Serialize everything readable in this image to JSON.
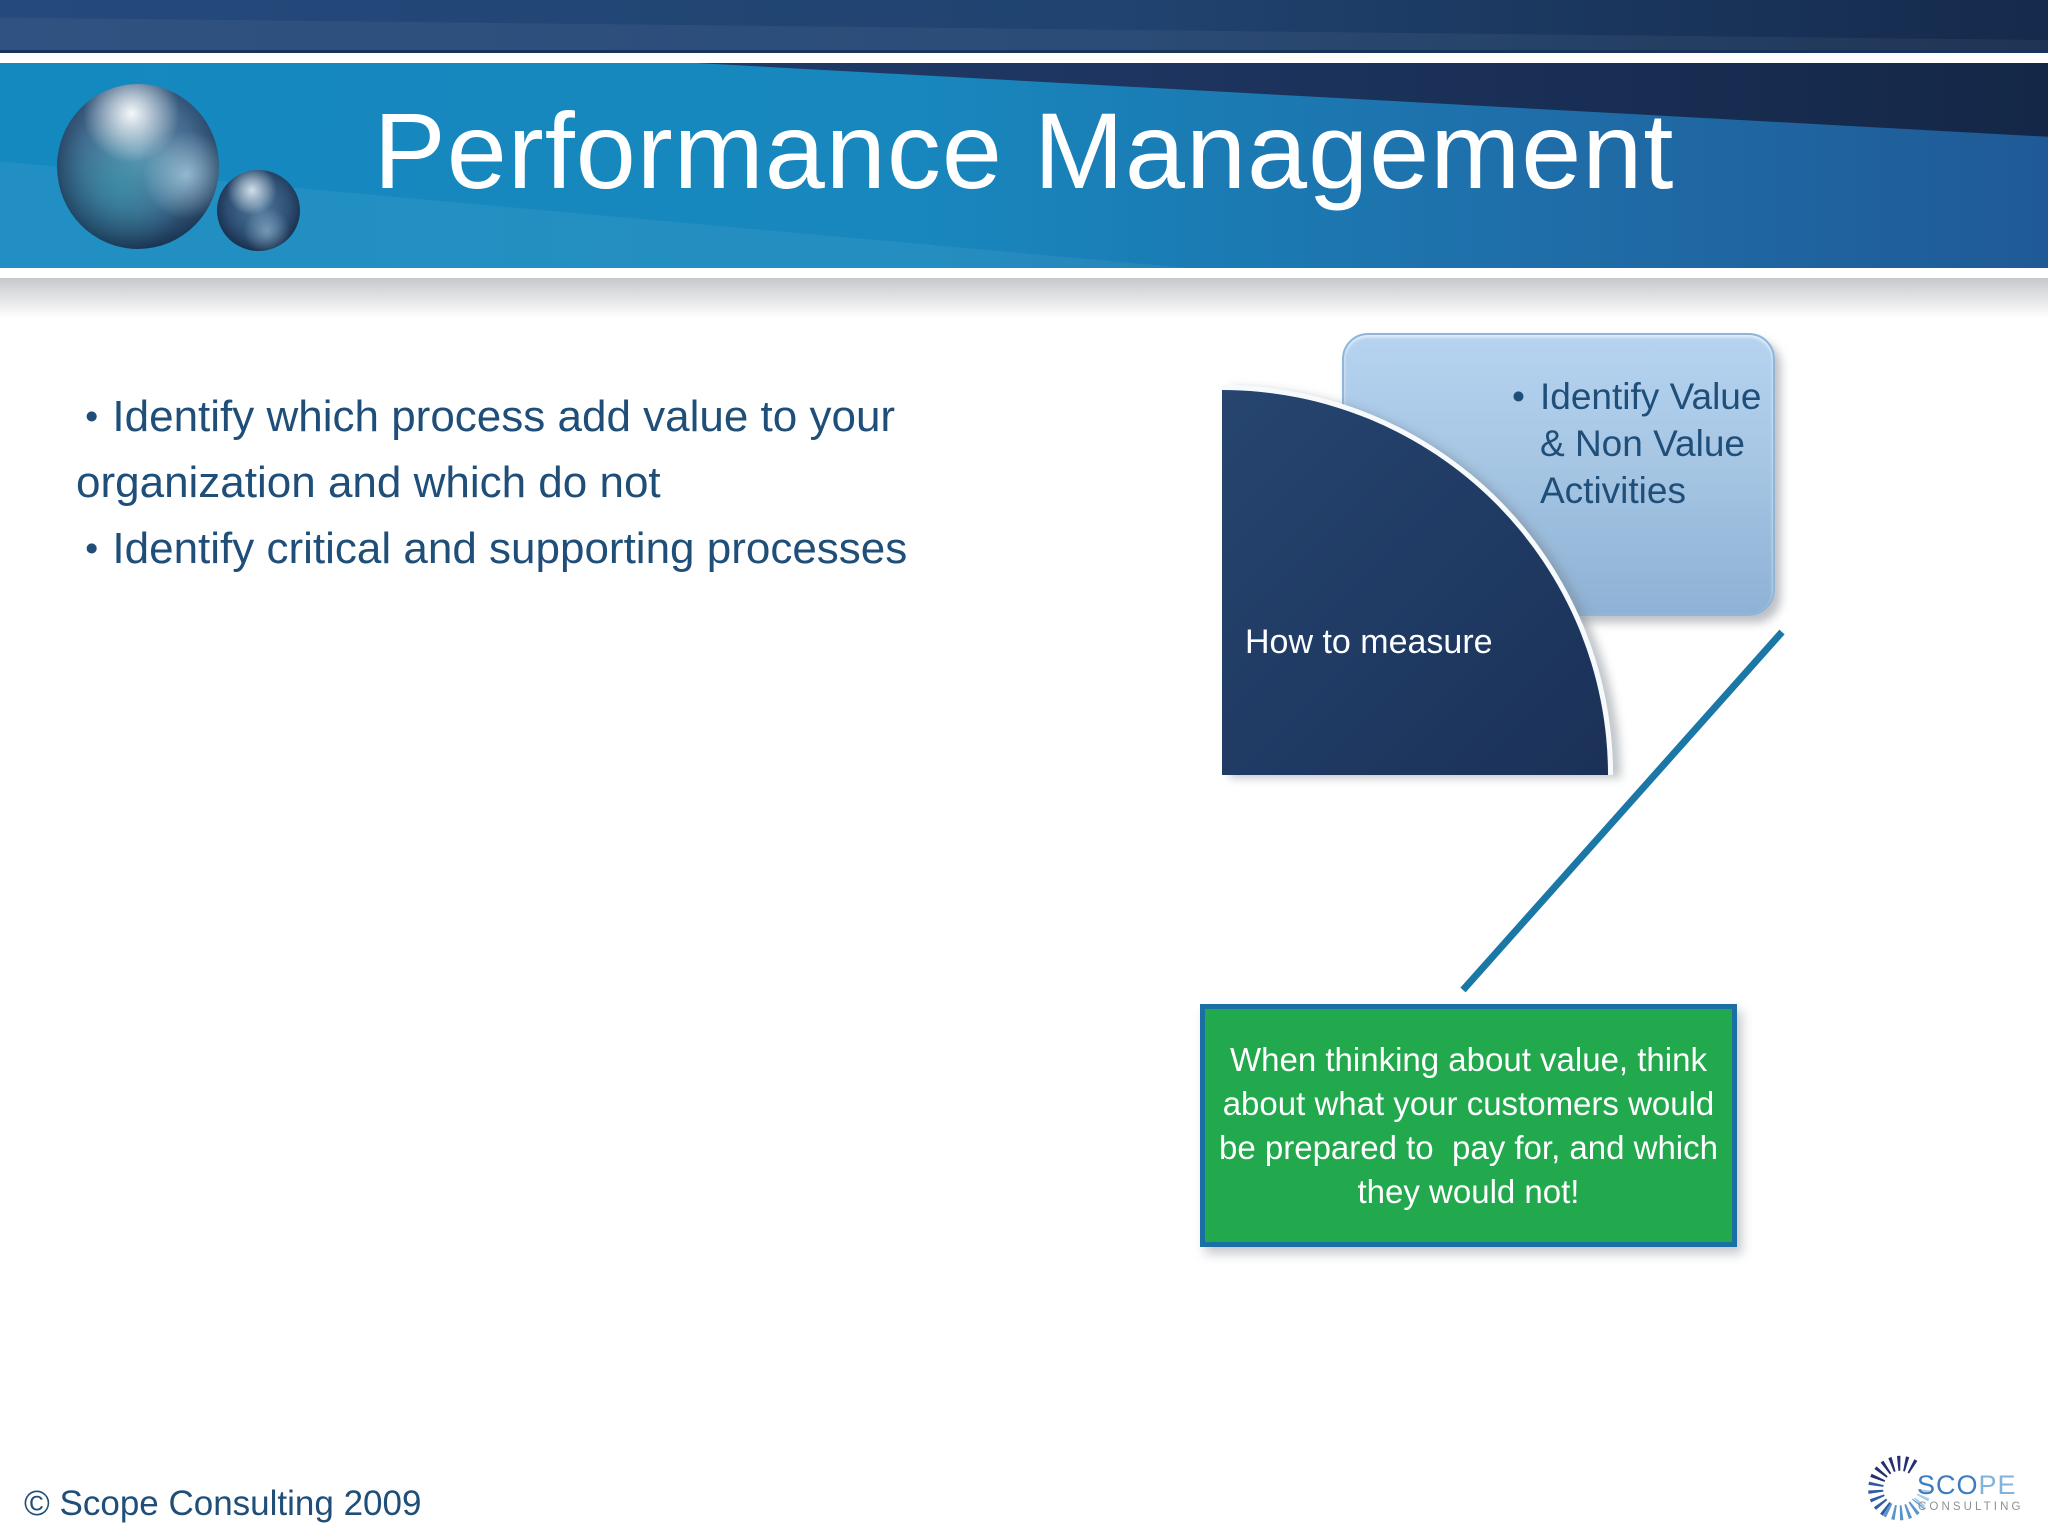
{
  "slide": {
    "title": "Performance Management"
  },
  "glyphs": {
    "bullet": "•"
  },
  "bullets": {
    "item1_line1": "Identify which process add value to your",
    "item1_line2": "organization and which do not",
    "item2": "Identify critical and supporting processes"
  },
  "diagram": {
    "pie_label": "How to measure",
    "box_lines": [
      "Identify Value",
      "& Non Value",
      "Activities"
    ],
    "callout_lines": [
      "When thinking about value, think",
      "about what your customers would",
      "be prepared to  pay for, and which",
      "they would not!"
    ]
  },
  "footer": {
    "copyright": "© Scope Consulting 2009"
  },
  "logo": {
    "scope_dark": "SCO",
    "scope_light": "PE",
    "consulting": "CONSULTING"
  },
  "colors": {
    "banner_blue_left": "#1489C0",
    "banner_blue_right": "#1F5A96",
    "top_bar_navy": "#20436F",
    "dark_wedge": "#1D3560",
    "body_text_blue": "#1F4E79",
    "pie_navy": "#1F3A63",
    "value_box_light_blue": "#A6C6E4",
    "callout_green": "#22A84D",
    "callout_border": "#1C6FA4",
    "connector_teal": "#1B77A6",
    "logo_blue": "#3C7CC0",
    "logo_gray": "#8D9092"
  }
}
